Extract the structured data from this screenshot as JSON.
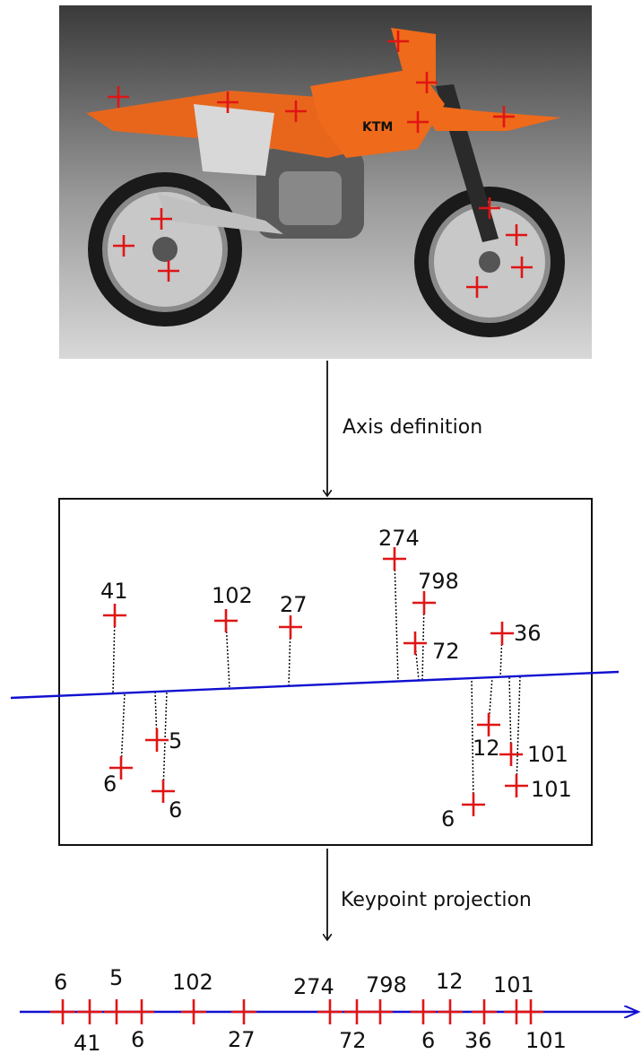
{
  "steps": {
    "axis_definition": "Axis definition",
    "keypoint_projection": "Keypoint projection"
  },
  "photo": {
    "subject": "orange dirt motorcycle with red keypoint markers",
    "logo_text": "KTM",
    "colors": {
      "body": "#e8661c",
      "marker": "#e01515",
      "tire": "#1a1a1a",
      "background": "#b8b8b8"
    }
  },
  "keypoints_2d": {
    "above_axis": [
      "41",
      "102",
      "27",
      "274",
      "798",
      "72",
      "36"
    ],
    "below_axis": [
      "6",
      "5",
      "6",
      "6",
      "12",
      "101",
      "101"
    ]
  },
  "projection": {
    "labels_top": [
      "6",
      "5",
      "102",
      "274",
      "798",
      "12",
      "101"
    ],
    "labels_bottom": [
      "41",
      "6",
      "27",
      "72",
      "6",
      "36",
      "101"
    ]
  },
  "colors": {
    "axis": "#1010d0",
    "marker": "#e01515",
    "arrow": "#111111"
  }
}
